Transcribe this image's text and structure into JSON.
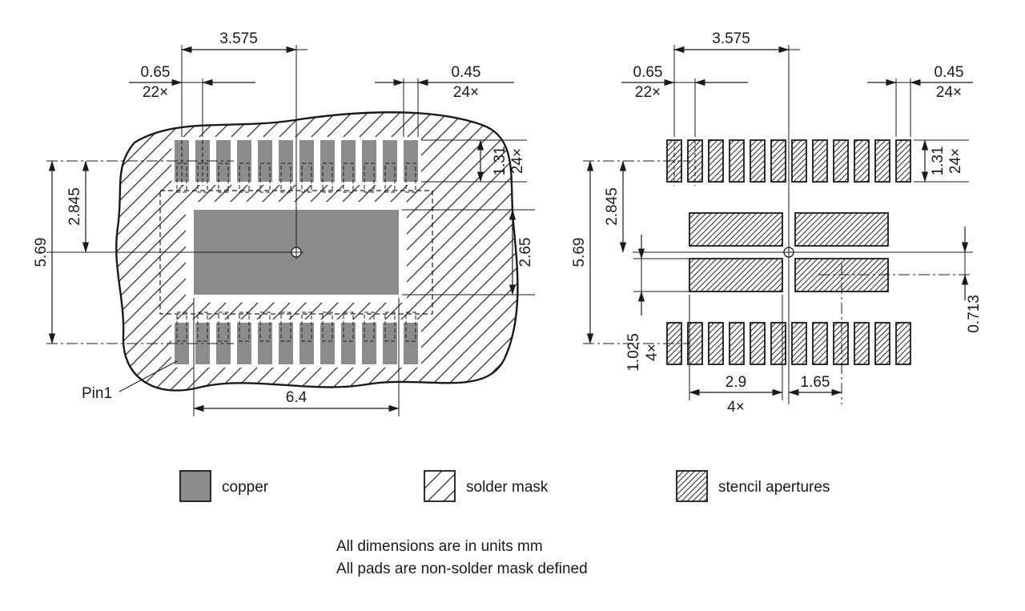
{
  "left_view": {
    "center_span": "3.575",
    "pitch": {
      "value": "0.65",
      "count": "22×"
    },
    "pad_width": {
      "value": "0.45",
      "count": "24×"
    },
    "pad_height": {
      "value": "1.31",
      "count": "24×"
    },
    "center_to_row": "2.845",
    "row_span": "5.69",
    "thermal_pad_height": "2.65",
    "thermal_pad_width": "6.4",
    "pin1_label": "Pin1"
  },
  "right_view": {
    "center_span": "3.575",
    "pitch": {
      "value": "0.65",
      "count": "22×"
    },
    "aperture_pad_width": {
      "value": "0.45",
      "count": "24×"
    },
    "aperture_pad_height": {
      "value": "1.31",
      "count": "24×"
    },
    "center_to_row": "2.845",
    "row_span": "5.69",
    "paste_row_offset": "0.713",
    "paste_height": {
      "value": "1.025",
      "count": "4×"
    },
    "paste_width": {
      "value": "2.9",
      "count": "4×"
    },
    "paste_col_offset": "1.65"
  },
  "legend": {
    "items": [
      {
        "label": "copper",
        "swatch": "copper"
      },
      {
        "label": "solder mask",
        "swatch": "solder-mask"
      },
      {
        "label": "stencil apertures",
        "swatch": "stencil-apertures"
      }
    ]
  },
  "notes": [
    "All dimensions are in units mm",
    "All pads are non-solder mask defined"
  ],
  "colors": {
    "copper": "#8c8c8c",
    "line": "#1a1a1a",
    "background": "#ffffff"
  }
}
